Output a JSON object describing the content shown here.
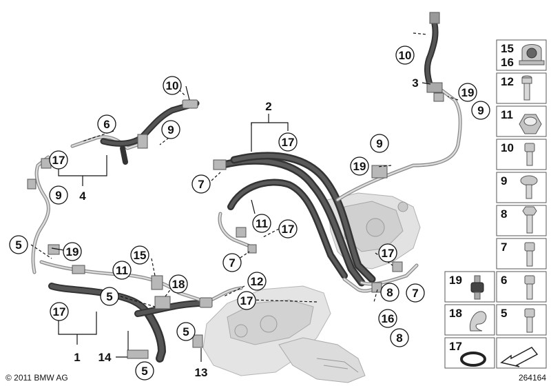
{
  "footer": {
    "copyright": "© 2011 BMW AG",
    "diagram_number": "264164"
  },
  "callouts": {
    "c10a": "10",
    "c6a": "6",
    "c9a": "9",
    "c17a": "17",
    "c4": "4",
    "c9b": "9",
    "c5a": "5",
    "c19a": "19",
    "c15a": "15",
    "c11a": "11",
    "c18a": "18",
    "c5b": "5",
    "c17b": "17",
    "c1": "1",
    "c14": "14",
    "c5c": "5",
    "c5d": "5",
    "c13": "13",
    "c12a": "12",
    "c17c": "17",
    "c2": "2",
    "c17d": "17",
    "c7a": "7",
    "c11b": "11",
    "c17e": "17",
    "c7b": "7",
    "c17f": "17",
    "c8a": "8",
    "c7c": "7",
    "c16a": "16",
    "c8b": "8",
    "c9c": "9",
    "c19b": "19",
    "c10b": "10",
    "c3": "3",
    "c19c": "19",
    "c9d": "9"
  },
  "parts_legend": [
    {
      "label": "15",
      "label2": "16",
      "icon": "clamp-icon"
    },
    {
      "label": "12",
      "icon": "bolt-icon"
    },
    {
      "label": "11",
      "icon": "hex-nut-icon"
    },
    {
      "label": "10",
      "icon": "socket-screw-icon"
    },
    {
      "label": "9",
      "icon": "torx-screw-icon"
    },
    {
      "label": "8",
      "icon": "hex-bolt-icon"
    },
    {
      "label": "7",
      "icon": "socket-screw-icon"
    },
    {
      "label": "19",
      "icon": "rubber-mount-icon"
    },
    {
      "label": "6",
      "icon": "socket-screw-icon"
    },
    {
      "label": "18",
      "icon": "spring-clip-icon"
    },
    {
      "label": "5",
      "icon": "socket-screw-icon"
    },
    {
      "label": "17",
      "icon": "o-ring-icon"
    },
    {
      "label": "",
      "icon": "arrow-icon"
    }
  ]
}
